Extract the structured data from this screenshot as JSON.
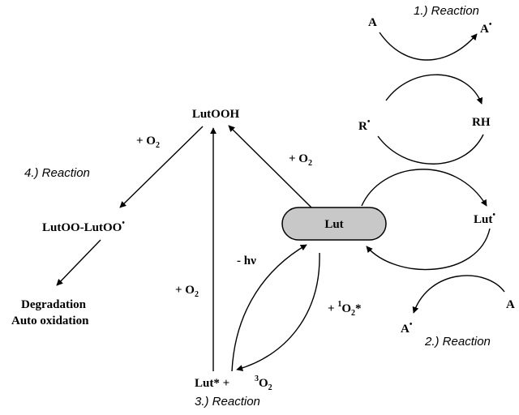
{
  "reactions": {
    "r1": "1.) Reaction",
    "r2": "2.) Reaction",
    "r3": "3.) Reaction",
    "r4": "4.) Reaction"
  },
  "species": {
    "lut": "Lut",
    "lutooh": "LutOOH",
    "lutoo_dimer": "LutOO-LutOO",
    "degradation": "Degradation",
    "auto_oxidation": "Auto oxidation",
    "lut_star": "Lut* +",
    "triplet_o2": "O",
    "a_top": "A",
    "a_radical_top": "A",
    "r_radical": "R",
    "rh": "RH",
    "lut_radical": "Lut",
    "a_right": "A",
    "a_radical_bottom": "A"
  },
  "edge_labels": {
    "plus_o2_left": "+ O",
    "plus_o2_mid": "+ O",
    "plus_o2_vertical": "+ O",
    "minus_hv": "- hν",
    "plus_singlet_o2": "+ ",
    "o2_star": "O",
    "star": "*"
  },
  "marks": {
    "radical_dot": "•",
    "superscript_1": "1",
    "superscript_3": "3",
    "subscript_2": "2"
  },
  "colors": {
    "lut_fill": "#c8c8c8",
    "stroke": "#000000"
  }
}
